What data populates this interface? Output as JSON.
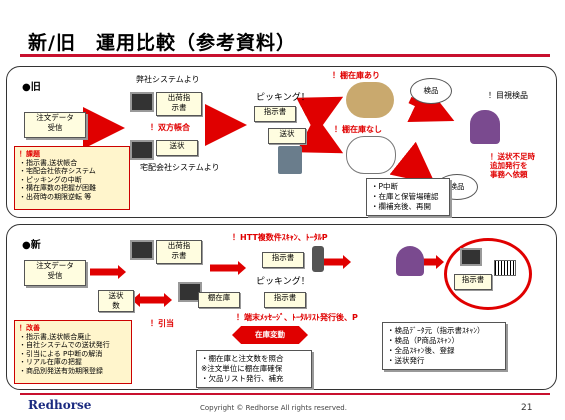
{
  "title": "新/旧　運用比較（参考資料）",
  "old": {
    "label": "●旧",
    "order_receive": [
      "注文データ",
      "受信"
    ],
    "src_warehouse": "弊社システムより",
    "src_delivery": "宅配会社システムより",
    "doc_shipping": [
      "出荷指",
      "示書"
    ],
    "doc_delivery": "送状",
    "double_issue": "！双方帳合",
    "picking": "ピッキング！",
    "doc_instruct": "指示書",
    "doc_delivery2": "送状",
    "stock_yes": "！棚在庫あり",
    "stock_no": "！棚在庫なし",
    "inspect1": "検品",
    "inspect2": "検品",
    "visual_check": "！目視検品",
    "issues_title": "！課題",
    "issues": [
      "・指示書,送状帳合",
      "・宅配会社依存システム",
      "・ピッキングの中断",
      "・構在庫数の把握が困難",
      "・出荷時の期限逆転 等"
    ],
    "p_interrupt": [
      "・P中断",
      "・在庫と保管場確認",
      "・欄補充後、再開"
    ],
    "shortage": [
      "！送状不足時",
      "追加発行を",
      "事務へ依頼"
    ]
  },
  "new": {
    "label": "●新",
    "order_receive": [
      "注文データ",
      "受信"
    ],
    "doc_shipping": [
      "出荷指",
      "示書"
    ],
    "delivery_notes": [
      "送状",
      "数"
    ],
    "stock": "棚在庫",
    "allocate": "！引当",
    "htt": "！HTT複数件ｽｷｬﾝ、ﾄｰﾀﾙP",
    "picking": "ピッキング！",
    "doc_instruct1": "指示書",
    "doc_instruct2": "指示書",
    "terminal": "！端末ﾒｯｾｰｼﾞ、ﾄｰﾀﾙﾘｽﾄ発行後、P",
    "stock_change": "在庫変動",
    "doc_instruct3": "指示書",
    "improve_title": "！改善",
    "improvements": [
      "・指示書,送状帳合廃止",
      "・自社システムでの送状発行",
      "・引当による P中断の解消",
      "・リアル在庫の把握",
      "・商品別発送有効期限登録"
    ],
    "allocate_box": [
      "・棚在庫と注文数を照合",
      "※注文単位に棚在庫確保",
      "・欠品リスト発行、補充"
    ],
    "inspect_box": [
      "・検品ﾃﾞｰﾀ元（指示書ｽｷｬﾝ）",
      "・検品（P商品ｽｷｬﾝ）",
      "・全品ｽｷｬﾝ後、登録",
      "・送状発行"
    ]
  },
  "footer": {
    "logo": "Redhorse",
    "copyright": "Copyright © Redhorse All rights reserved.",
    "page": "21"
  },
  "colors": {
    "accent": "#c8102e",
    "arrow": "#e00000",
    "doc_fill": "#fffde0"
  }
}
